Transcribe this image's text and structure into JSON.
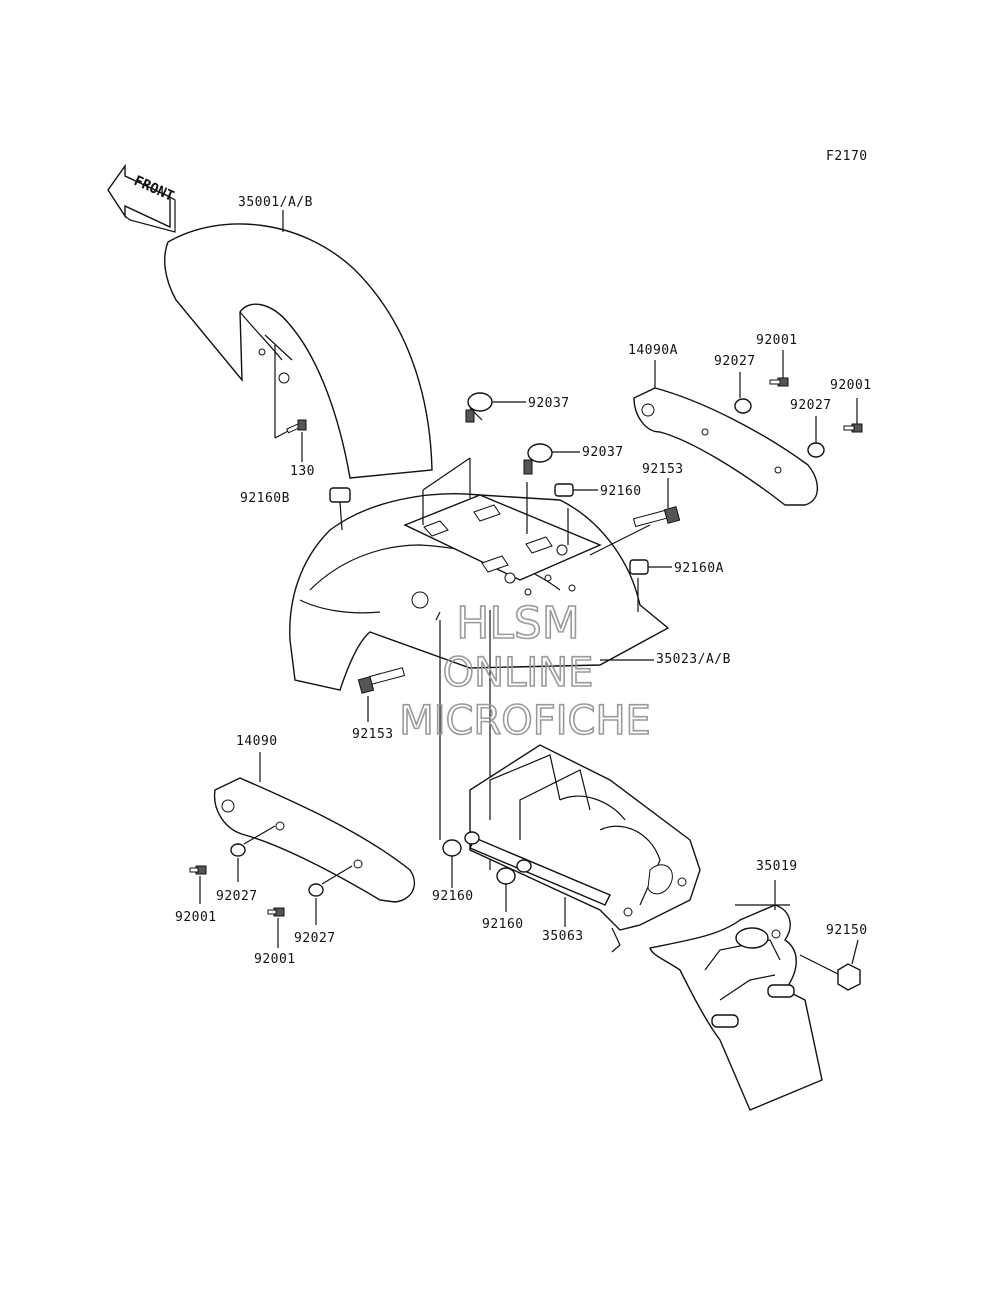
{
  "diagram": {
    "code": "F2170",
    "front_label": "FRONT",
    "watermark": {
      "line1": "HLSM",
      "line2": "ONLINE",
      "line3": "MICROFICHE"
    },
    "callouts": {
      "p35001": "35001/A/B",
      "p130": "130",
      "p92160b": "92160B",
      "p92037a": "92037",
      "p92037b": "92037",
      "p92160top": "92160",
      "p92153r": "92153",
      "p92160a": "92160A",
      "p35023": "35023/A/B",
      "p92153l": "92153",
      "p14090a": "14090A",
      "p92027ra": "92027",
      "p92001ra": "92001",
      "p92001rb": "92001",
      "p92027rb": "92027",
      "p14090": "14090",
      "p92027la": "92027",
      "p92001la": "92001",
      "p92027lb": "92027",
      "p92001lb": "92001",
      "p92160la": "92160",
      "p92160lb": "92160",
      "p35063": "35063",
      "p35019": "35019",
      "p92150": "92150"
    }
  }
}
